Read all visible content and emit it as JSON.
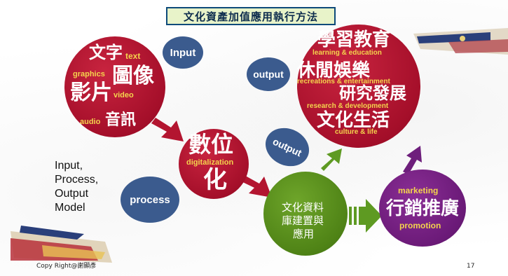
{
  "title": "文化資產加值應用執行方法",
  "input_circle": {
    "words": {
      "wenzi": "文字",
      "text": "text",
      "graphics": "graphics",
      "tuxiang": "圖像",
      "yingpian": "影片",
      "video": "video",
      "audio": "audio",
      "yinxun": "音訊"
    }
  },
  "bubbles": {
    "input": "Input",
    "output_top": "output",
    "output_mid": "output",
    "process": "process"
  },
  "digital_circle": {
    "line1": "數位",
    "english": "digitalization",
    "line2": "化"
  },
  "output_circle": {
    "items": [
      {
        "zh": "學習教育",
        "en": "learning & education"
      },
      {
        "zh": "休閒娛樂",
        "en": "recreations & entertainment"
      },
      {
        "zh": "研究發展",
        "en": "research & development"
      },
      {
        "zh": "文化生活",
        "en": "culture & life"
      }
    ]
  },
  "database_circle": {
    "lines": [
      "文化資料",
      "庫建置與",
      "應用"
    ]
  },
  "marketing_circle": {
    "top": "marketing",
    "main": "行銷推廣",
    "bottom": "promotion"
  },
  "model_label": {
    "lines": [
      "Input,",
      "Process,",
      "Output",
      "Model"
    ]
  },
  "footer": {
    "copyright": "Copy Right@謝顯彥",
    "page_number": "17"
  },
  "colors": {
    "red": "#a50f2a",
    "green": "#4f8316",
    "purple": "#6b1a78",
    "bubble_blue": "#3b5b8e",
    "arrow_red": "#b31530",
    "arrow_green": "#5e9a22",
    "arrow_purple": "#6e1f7c",
    "yellow_text": "#f4d44d"
  }
}
